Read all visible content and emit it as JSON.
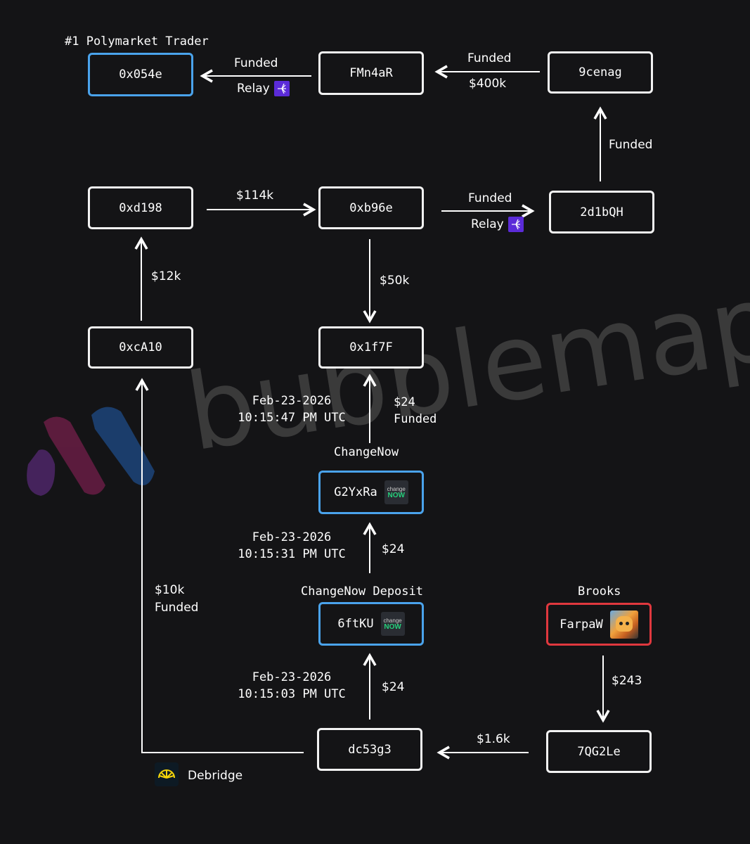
{
  "header": {
    "title": "#1 Polymarket Trader"
  },
  "nodes": {
    "n0x054e": "0x054e",
    "fmn4ar": "FMn4aR",
    "n9cenag": "9cenag",
    "n0xd198": "0xd198",
    "n0xb96e": "0xb96e",
    "n2d1bqh": "2d1bQH",
    "n0xca10": "0xcA10",
    "n0x1f7f": "0x1f7F",
    "g2yxra": "G2YxRa",
    "n6ftku": "6ftKU",
    "farpaw": "FarpaW",
    "dc53g3": "dc53g3",
    "n7qg2le": "7QG2Le"
  },
  "labels": {
    "funded_fmn_to_054": "Funded",
    "relay_fmn_to_054": "Relay",
    "funded_9cenag_to_fmn": "Funded",
    "amount_9cenag_to_fmn": "$400k",
    "funded_2d1_to_9cenag": "Funded",
    "amount_d198_to_b96e": "$114k",
    "funded_b96e_to_2d1": "Funded",
    "relay_b96e_to_2d1": "Relay",
    "amount_ca10_to_d198": "$12k",
    "amount_b96e_to_1f7f": "$50k",
    "amount_g2_to_1f7f": "$24",
    "funded_g2_to_1f7f": "Funded",
    "date_g2_to_1f7f": "Feb-23-2026",
    "time_g2_to_1f7f": "10:15:47 PM UTC",
    "changenow": "ChangeNow",
    "amount_6ft_to_g2": "$24",
    "date_6ft_to_g2": "Feb-23-2026",
    "time_6ft_to_g2": "10:15:31 PM UTC",
    "changenow_deposit": "ChangeNow Deposit",
    "brooks": "Brooks",
    "amount_dc_to_ca10": "$10k",
    "funded_dc_to_ca10": "Funded",
    "amount_dc_to_6ft": "$24",
    "date_dc_to_6ft": "Feb-23-2026",
    "time_dc_to_6ft": "10:15:03 PM UTC",
    "amount_farpaw_to_7qg": "$243",
    "amount_7qg_to_dc": "$1.6k",
    "debridge": "Debridge"
  },
  "logos": {
    "changenow_top": "change",
    "changenow_bottom": "NOW"
  },
  "watermark": {
    "text": "bubblemaps"
  },
  "colors": {
    "background": "#141416",
    "node_border": "#f2f2f2",
    "highlight_blue": "#4aa3ec",
    "highlight_red": "#e0383e",
    "relay_purple": "#5b2bd8",
    "changenow_green": "#26d07c"
  },
  "icons": [
    "relay-icon",
    "changenow-logo-icon",
    "debridge-logo-icon",
    "brooks-avatar-icon",
    "bubblemaps-logo-icon"
  ]
}
